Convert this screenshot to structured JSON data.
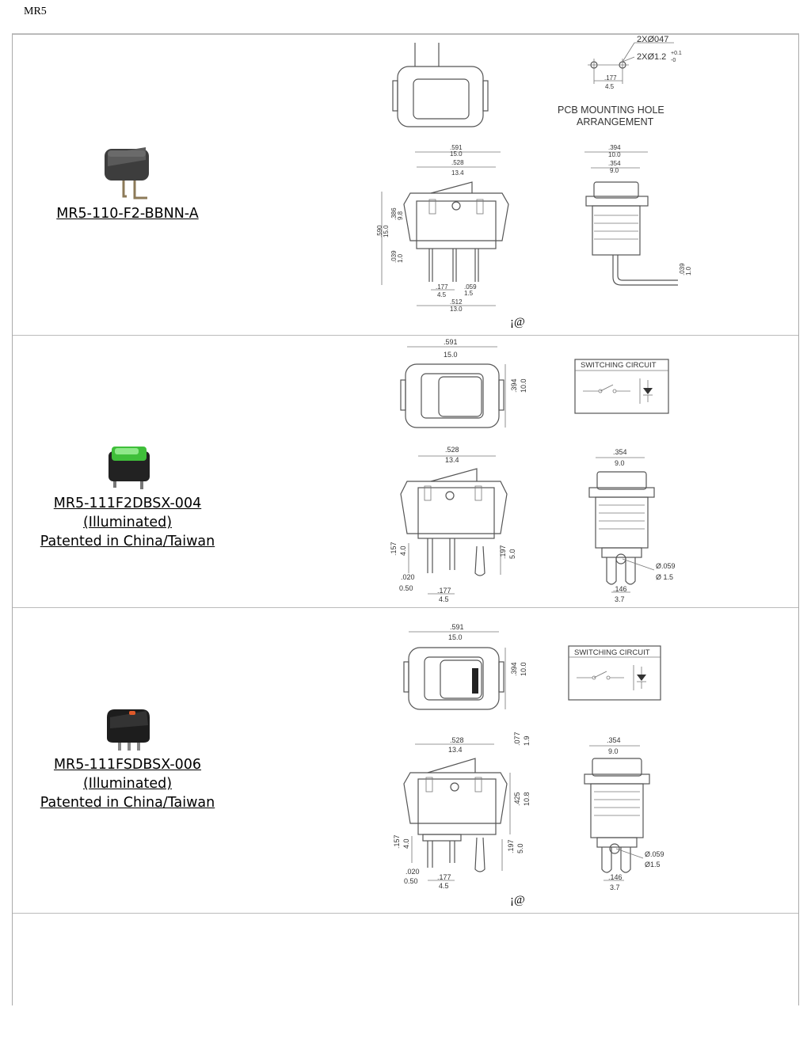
{
  "page_title": "MR5",
  "rows": [
    {
      "caption_lines": [
        "MR5-110-F2-BBNN-A"
      ],
      "footer_mark": "¡@",
      "drawing": {
        "pcb_hole_1": "2XØ047",
        "pcb_hole_2": "2XØ1.2",
        "pcb_tol_plus": "+0.1",
        "pcb_tol_minus": "-0",
        "pcb_pitch_in": ".177",
        "pcb_pitch_mm": "4.5",
        "pcb_title_1": "PCB MOUNTING HOLE",
        "pcb_title_2": "ARRANGEMENT",
        "w1_in": ".591",
        "w1_mm": "15.0",
        "w2_in": ".528",
        "w2_mm": "13.4",
        "d1_in": ".394",
        "d1_mm": "10.0",
        "d2_in": ".354",
        "d2_mm": "9.0",
        "h1_in": ".590",
        "h1_mm": "15.0",
        "h2_in": ".386",
        "h2_mm": "9.8",
        "h3_in": ".039",
        "h3_mm": "1.0",
        "p_in": ".177",
        "p_mm": "4.5",
        "t_in": ".059",
        "t_mm": "1.5",
        "b_in": ".512",
        "b_mm": "13.0",
        "tail_in": ".039",
        "tail_mm": "1.0"
      }
    },
    {
      "caption_lines": [
        "MR5-111F2DBSX-004 (Illuminated)",
        "Patented in China/Taiwan"
      ],
      "drawing": {
        "w1_in": ".591",
        "w1_mm": "15.0",
        "h1_in": ".394",
        "h1_mm": "10.0",
        "circuit_title": "SWITCHING CIRCUIT",
        "w2_in": ".528",
        "w2_mm": "13.4",
        "d2_in": ".354",
        "d2_mm": "9.0",
        "h2_in": ".157",
        "h2_mm": "4.0",
        "h3_in": ".197",
        "h3_mm": "5.0",
        "t_in": ".020",
        "t_mm": "0.50",
        "p_in": ".177",
        "p_mm": "4.5",
        "pin_d_in": "Ø.059",
        "pin_d_mm": "Ø 1.5",
        "pin_p_in": ".146",
        "pin_p_mm": "3.7"
      }
    },
    {
      "caption_lines": [
        "MR5-111FSDBSX-006",
        "(Illuminated)",
        "Patented in China/Taiwan"
      ],
      "footer_mark": "¡@",
      "drawing": {
        "w1_in": ".591",
        "w1_mm": "15.0",
        "h1_in": ".394",
        "h1_mm": "10.0",
        "circuit_title": "SWITCHING CIRCUIT",
        "w2_in": ".528",
        "w2_mm": "13.4",
        "top_in": ".077",
        "top_mm": "1.9",
        "h4_in": ".425",
        "h4_mm": "10.8",
        "d2_in": ".354",
        "d2_mm": "9.0",
        "h2_in": ".157",
        "h2_mm": "4.0",
        "h3_in": ".197",
        "h3_mm": "5.0",
        "t_in": ".020",
        "t_mm": "0.50",
        "p_in": ".177",
        "p_mm": "4.5",
        "pin_d_in": "Ø.059",
        "pin_d_mm": "Ø1.5",
        "pin_p_in": ".146",
        "pin_p_mm": "3.7"
      }
    }
  ]
}
